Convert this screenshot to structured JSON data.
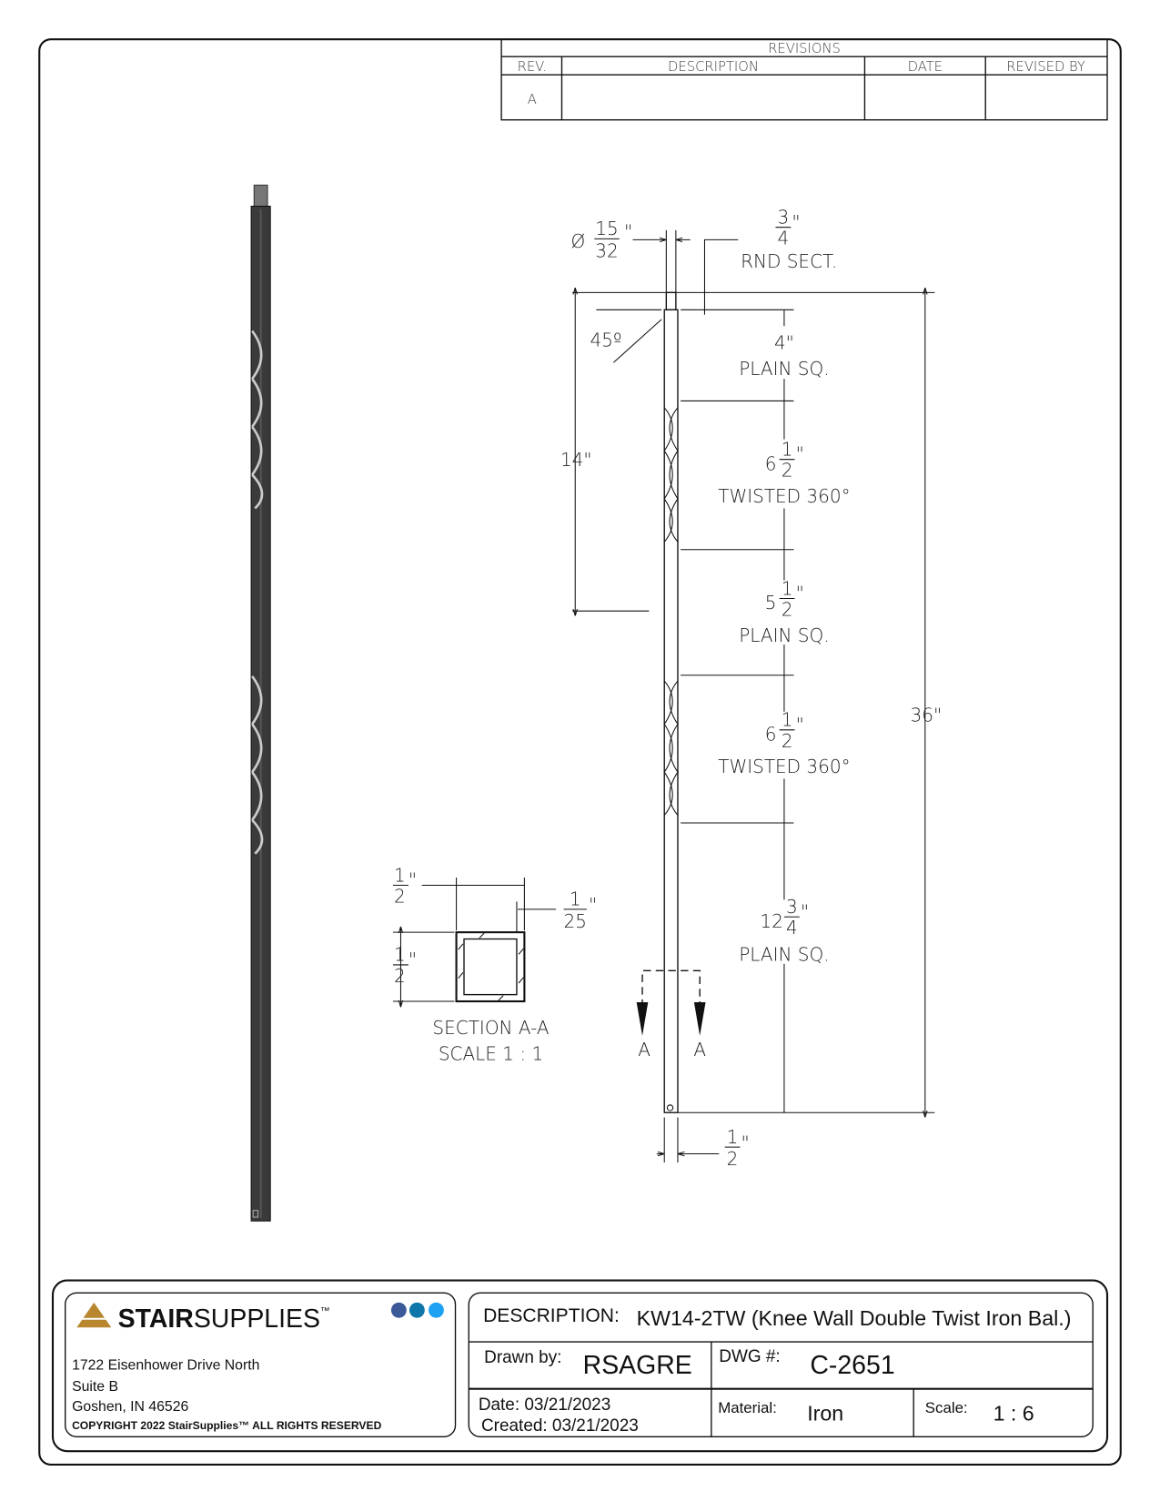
{
  "revisions": {
    "title": "REVISIONS",
    "headers": [
      "REV.",
      "DESCRIPTION",
      "DATE",
      "REVISED BY"
    ],
    "rows": [
      {
        "rev": "A",
        "description": "",
        "date": "",
        "revised_by": ""
      }
    ]
  },
  "dimensions": {
    "diameter": {
      "symbol": "Ø",
      "num": "15",
      "den": "32",
      "unit": "\""
    },
    "round_section": {
      "num": "3",
      "den": "4",
      "unit": "\"",
      "label": "RND SECT."
    },
    "chamfer": "45º",
    "overall": "36\"",
    "upper_height": "14\"",
    "segments": [
      {
        "whole": "4\"",
        "num": "",
        "den": "",
        "unit": "",
        "label": "PLAIN SQ."
      },
      {
        "whole": "6",
        "num": "1",
        "den": "2",
        "unit": "\"",
        "label": "TWISTED 360°"
      },
      {
        "whole": "5",
        "num": "1",
        "den": "2",
        "unit": "\"",
        "label": "PLAIN SQ."
      },
      {
        "whole": "6",
        "num": "1",
        "den": "2",
        "unit": "\"",
        "label": "TWISTED 360°"
      },
      {
        "whole": "12",
        "num": "3",
        "den": "4",
        "unit": "\"",
        "label": "PLAIN SQ."
      }
    ],
    "bottom_width": {
      "num": "1",
      "den": "2",
      "unit": "\""
    },
    "section_marker": "A"
  },
  "section": {
    "title": "SECTION A-A",
    "scale": "SCALE 1 : 1",
    "width": {
      "num": "1",
      "den": "2",
      "unit": "\""
    },
    "height": {
      "num": "1",
      "den": "2",
      "unit": "\""
    },
    "wall": {
      "num": "1",
      "den": "25",
      "unit": "\""
    }
  },
  "title_block": {
    "logo": {
      "part1": "STAIR",
      "part2": "SUPPLIES",
      "tm": "™"
    },
    "social_icons": [
      "facebook-icon",
      "linkedin-icon",
      "twitter-icon"
    ],
    "address": [
      "1722 Eisenhower Drive North",
      "Suite B",
      "Goshen, IN 46526"
    ],
    "copyright": "COPYRIGHT 2022 StairSupplies™ ALL RIGHTS RESERVED",
    "description_label": "DESCRIPTION:",
    "description_value": "KW14-2TW (Knee Wall Double Twist Iron Bal.)",
    "drawn_by_label": "Drawn by:",
    "drawn_by_value": "RSAGRE",
    "dwg_label": "DWG #:",
    "dwg_value": "C-2651",
    "date": "Date: 03/21/2023",
    "created": "Created: 03/21/2023",
    "material_label": "Material:",
    "material_value": "Iron",
    "scale_label": "Scale:",
    "scale_value": "1 : 6"
  },
  "colors": {
    "logo_gold": "#b8862e",
    "facebook": "#3b5998",
    "linkedin": "#0e76a8",
    "twitter": "#1da1f2"
  }
}
